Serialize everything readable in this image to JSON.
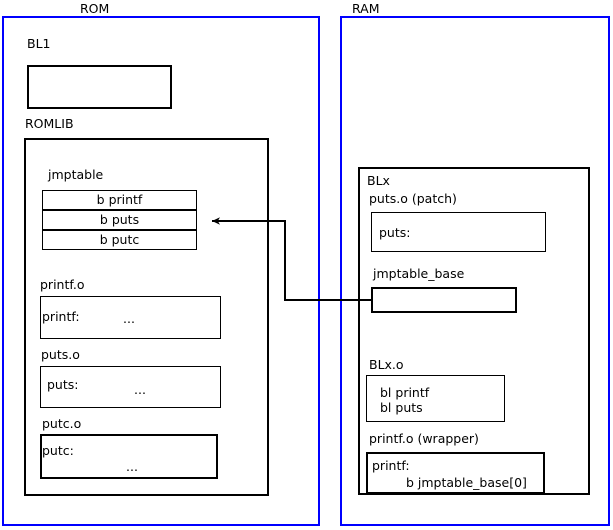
{
  "diagram": {
    "title_rom": "ROM",
    "title_ram": "RAM"
  },
  "rom": {
    "label": "ROM",
    "bl1": {
      "caption": "BL1"
    },
    "romlib": {
      "caption": "ROMLIB",
      "jmptable": {
        "caption": "jmptable",
        "entries": [
          "b printf",
          "b puts",
          "b putc"
        ]
      },
      "objects": [
        {
          "caption": "printf.o",
          "symbol": "printf:",
          "body": "..."
        },
        {
          "caption": "puts.o",
          "symbol": "puts:",
          "body": "..."
        },
        {
          "caption": "putc.o",
          "symbol": "putc:",
          "body": "..."
        }
      ]
    }
  },
  "ram": {
    "label": "RAM",
    "blx": {
      "caption": "BLx",
      "patch": {
        "caption": "puts.o (patch)",
        "symbol": "puts:"
      },
      "jmptable_base": {
        "caption": "jmptable_base"
      },
      "blx_o": {
        "caption": "BLx.o",
        "line1": "bl printf",
        "line2": "bl puts"
      },
      "printf_wrapper": {
        "caption": "printf.o (wrapper)",
        "symbol": "printf:",
        "instruction": "b jmptable_base[0]"
      }
    }
  },
  "colors": {
    "region_border": "#0000ff",
    "box_border": "#000000",
    "text": "#000000",
    "background": "#ffffff"
  }
}
